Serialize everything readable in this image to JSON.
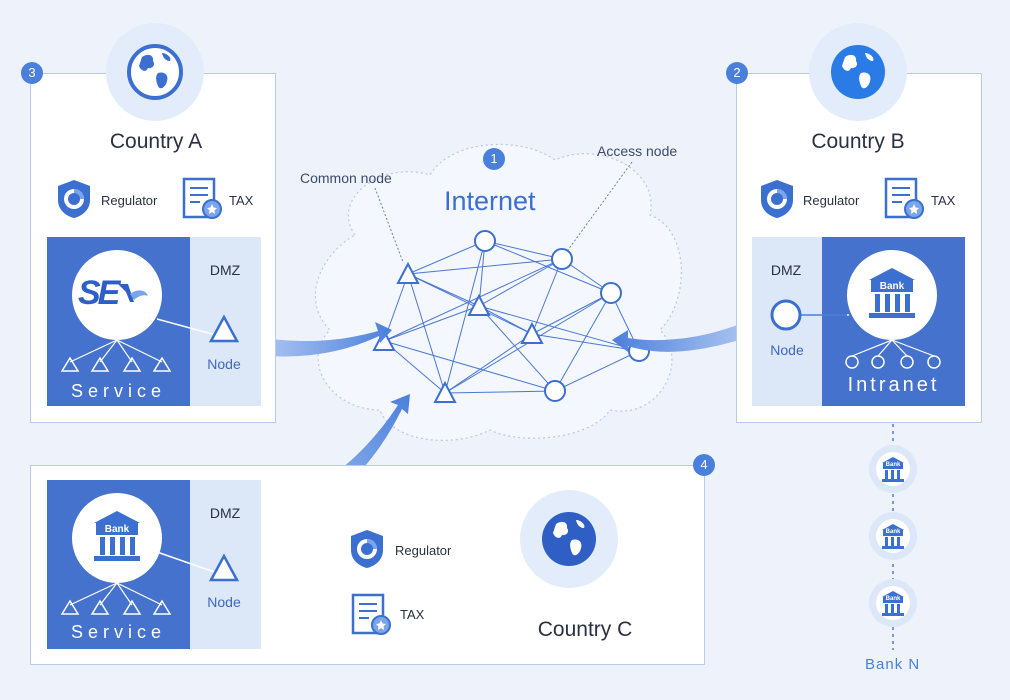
{
  "internet": {
    "badge": "1",
    "title": "Internet",
    "common_node_label": "Common node",
    "access_node_label": "Access node"
  },
  "country_a": {
    "badge": "3",
    "name": "Country A",
    "regulator_label": "Regulator",
    "tax_label": "TAX",
    "logo_text": "SE",
    "dmz_label": "DMZ",
    "node_label": "Node",
    "service_label": "Service"
  },
  "country_b": {
    "badge": "2",
    "name": "Country B",
    "regulator_label": "Regulator",
    "tax_label": "TAX",
    "dmz_label": "DMZ",
    "node_label": "Node",
    "bank_label": "Bank",
    "intranet_label": "Intranet"
  },
  "country_c": {
    "badge": "4",
    "name": "Country C",
    "regulator_label": "Regulator",
    "tax_label": "TAX",
    "dmz_label": "DMZ",
    "node_label": "Node",
    "bank_label": "Bank",
    "service_label": "Service"
  },
  "bank_chain": {
    "bank_labels": [
      "Bank",
      "Bank",
      "Bank"
    ],
    "last_label": "Bank N"
  },
  "colors": {
    "accent": "#4a7fdc",
    "dark_blue": "#4472cc",
    "light_blue": "#dce7f8",
    "panel_border": "#b9cbea",
    "background": "#eef3fb"
  }
}
